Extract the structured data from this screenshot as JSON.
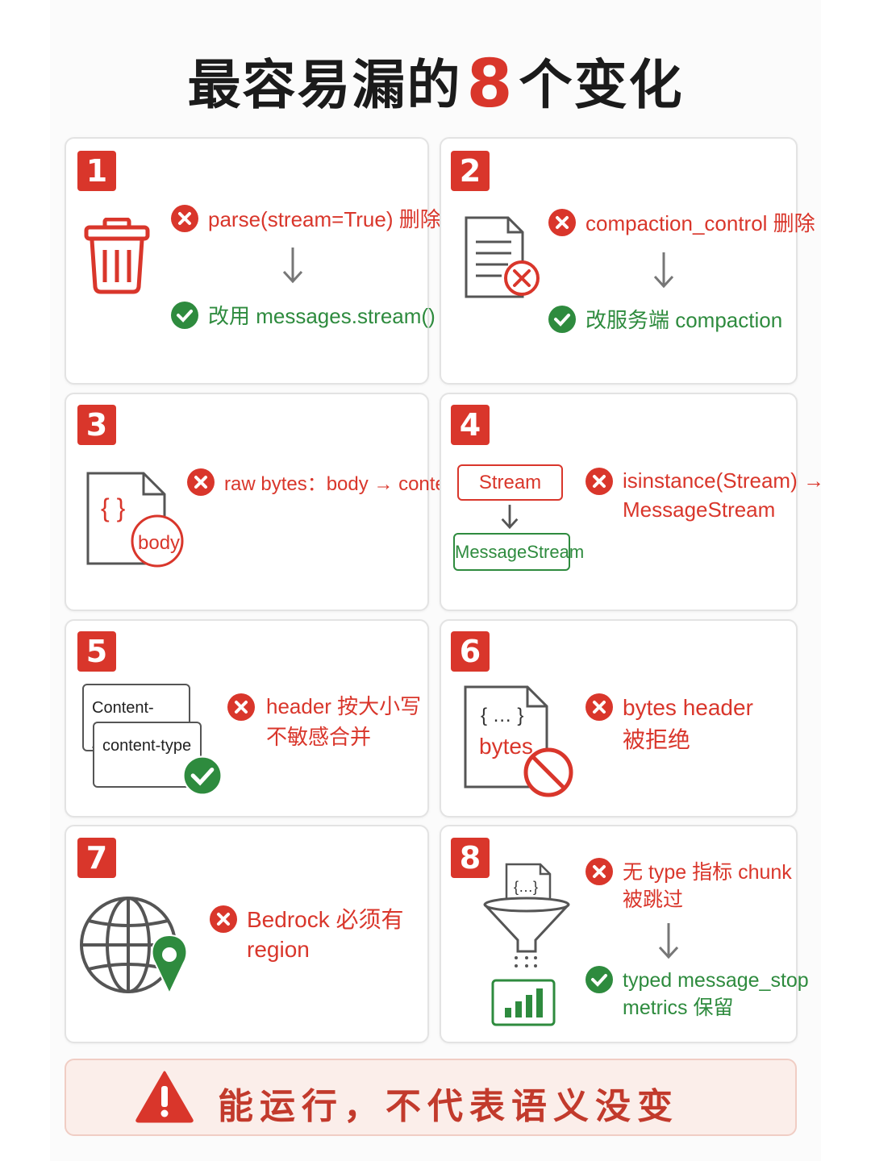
{
  "title": {
    "prefix": "最容易漏的",
    "number": "8",
    "suffix": "个变化"
  },
  "cards": [
    {
      "badge": "1",
      "bad": "parse(stream=True) 删除",
      "good": "改用 messages.stream()",
      "icon": "trash-icon"
    },
    {
      "badge": "2",
      "bad": "compaction_control 删除",
      "good": "改服务端 compaction",
      "icon": "document-x-icon"
    },
    {
      "badge": "3",
      "bad": "raw bytes：body → content",
      "icon_label": "body",
      "icon_braces": "{ }",
      "icon": "json-file-icon"
    },
    {
      "badge": "4",
      "bad_lines": [
        "isinstance(Stream) →",
        "MessageStream"
      ],
      "box_old": "Stream",
      "box_new": "MessageStream"
    },
    {
      "badge": "5",
      "bad_lines": [
        "header 按大小写",
        "不敏感合并"
      ],
      "header_upper": "Content-Type",
      "header_lower": "content-type"
    },
    {
      "badge": "6",
      "bad_lines": [
        "bytes header",
        "被拒绝"
      ],
      "icon_braces": "{ … }",
      "icon_label": "bytes",
      "icon": "blocked-file-icon"
    },
    {
      "badge": "7",
      "bad_lines": [
        "Bedrock 必须有",
        "region"
      ],
      "icon": "globe-pin-icon"
    },
    {
      "badge": "8",
      "bad_lines": [
        "无 type 指标 chunk",
        "被跳过"
      ],
      "good_lines": [
        "typed message_stop",
        "metrics 保留"
      ],
      "icon_braces": "{…}",
      "icon": "funnel-chart-icon"
    }
  ],
  "footer": {
    "text": "能运行，不代表语义没变"
  },
  "colors": {
    "red": "#d9362b",
    "green": "#2e8b3e"
  }
}
